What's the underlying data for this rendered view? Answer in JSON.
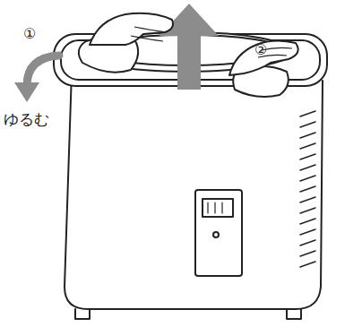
{
  "diagram": {
    "labels": [
      "①",
      "②",
      "ゆるむ"
    ]
  }
}
